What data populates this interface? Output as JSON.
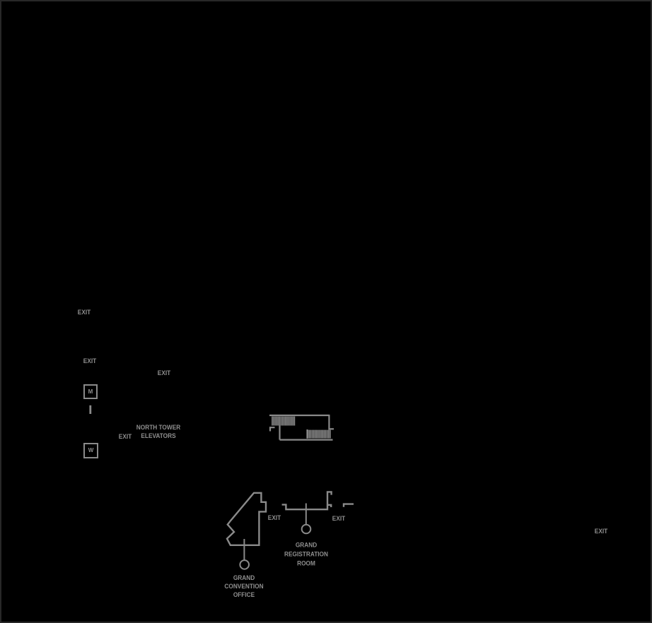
{
  "plan": {
    "colors": {
      "background": "#000000",
      "frame_border": "#282828",
      "line_gray": "#8a8a8a",
      "text_gray": "#8f8f8f",
      "hatch_dark": "#3a3a3a"
    },
    "exits": [
      {
        "label": "EXIT"
      },
      {
        "label": "EXIT"
      },
      {
        "label": "EXIT"
      },
      {
        "label": "EXIT"
      },
      {
        "label": "EXIT"
      },
      {
        "label": "EXIT"
      },
      {
        "label": "EXIT"
      }
    ],
    "labels": {
      "north_tower_elevators": {
        "lines": [
          "NORTH TOWER",
          "ELEVATORS"
        ]
      },
      "grand_registration_room": {
        "lines": [
          "GRAND",
          "REGISTRATION",
          "ROOM"
        ]
      },
      "grand_convention_office": {
        "lines": [
          "GRAND",
          "CONVENTION",
          "OFFICE"
        ]
      }
    },
    "restrooms": [
      {
        "letter": "M"
      },
      {
        "letter": "W"
      }
    ]
  }
}
